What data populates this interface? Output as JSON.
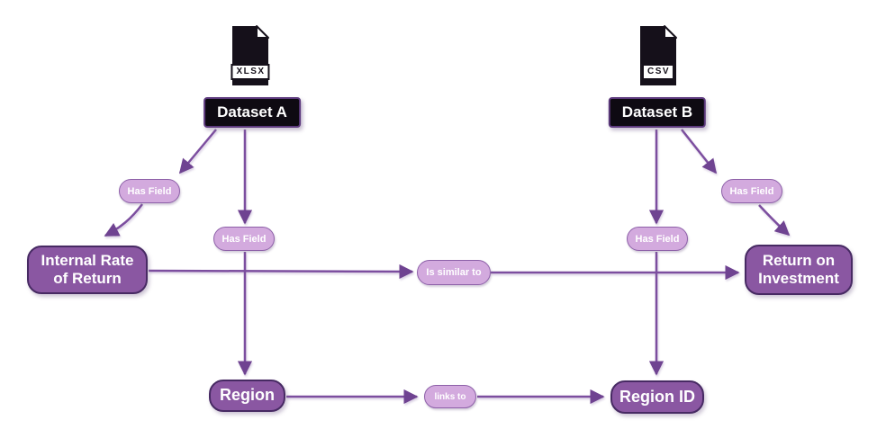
{
  "nodes": {
    "dataset_a": {
      "label": "Dataset A",
      "file_type": "XLSX"
    },
    "dataset_b": {
      "label": "Dataset B",
      "file_type": "CSV"
    },
    "field_irr": {
      "label": "Internal Rate of Return"
    },
    "field_region": {
      "label": "Region"
    },
    "field_roi": {
      "label": "Return on Investment"
    },
    "field_region_id": {
      "label": "Region ID"
    }
  },
  "edges": [
    {
      "from": "Dataset A",
      "to": "Internal Rate of Return",
      "label": "Has Field"
    },
    {
      "from": "Dataset A",
      "to": "Region",
      "label": "Has Field"
    },
    {
      "from": "Dataset B",
      "to": "Region ID",
      "label": "Has Field"
    },
    {
      "from": "Dataset B",
      "to": "Return on Investment",
      "label": "Has Field"
    },
    {
      "from": "Internal Rate of Return",
      "to": "Return on Investment",
      "label": "Is similar to"
    },
    {
      "from": "Region",
      "to": "Region ID",
      "label": "links to"
    }
  ],
  "colors": {
    "entity_fill": "#8a57a2",
    "entity_border": "#472a63",
    "label_pill_fill": "#d3aade",
    "label_pill_border": "#8d60a8",
    "edge": "#7c4e9f",
    "dataset_box_fill": "#0e0a12",
    "dataset_box_border": "#5d3a7e",
    "file_icon": "#15101a",
    "text_on_node": "#ffffff"
  }
}
